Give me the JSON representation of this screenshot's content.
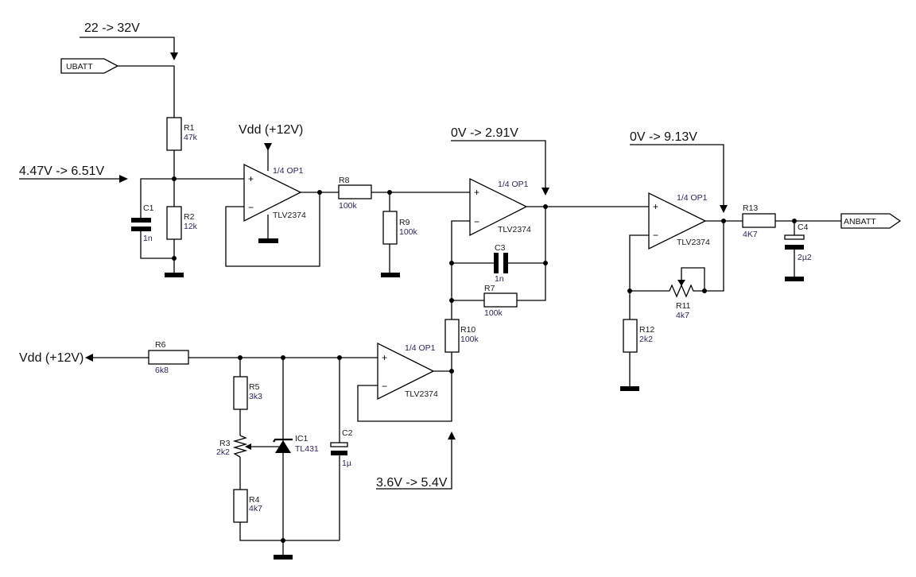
{
  "annotations": {
    "ubatt_range": "22 -> 32V",
    "divider_range": "4.47V -> 6.51V",
    "stage2_out": "0V -> 2.91V",
    "stage3_out": "0V -> 9.13V",
    "ref_range": "3.6V -> 5.4V",
    "vdd_top": "Vdd (+12V)",
    "vdd_left": "Vdd (+12V)"
  },
  "flags": {
    "input": "UBATT",
    "output": "ANBATT"
  },
  "opamps": [
    {
      "part": "1/4 OP1",
      "type": "TLV2374"
    },
    {
      "part": "1/4 OP1",
      "type": "TLV2374"
    },
    {
      "part": "1/4 OP1",
      "type": "TLV2374"
    },
    {
      "part": "1/4 OP1",
      "type": "TLV2374"
    }
  ],
  "pins": {
    "plus": "+",
    "minus": "−"
  },
  "components": {
    "R1": {
      "name": "R1",
      "value": "47k"
    },
    "R2": {
      "name": "R2",
      "value": "12k"
    },
    "C1": {
      "name": "C1",
      "value": "1n"
    },
    "R8": {
      "name": "R8",
      "value": "100k"
    },
    "R9": {
      "name": "R9",
      "value": "100k"
    },
    "C3": {
      "name": "C3",
      "value": "1n"
    },
    "R7": {
      "name": "R7",
      "value": "100k"
    },
    "R10": {
      "name": "R10",
      "value": "100k"
    },
    "R6": {
      "name": "R6",
      "value": "6k8"
    },
    "R5": {
      "name": "R5",
      "value": "3k3"
    },
    "R3": {
      "name": "R3",
      "value": "2k2"
    },
    "R4": {
      "name": "R4",
      "value": "4k7"
    },
    "IC1": {
      "name": "IC1",
      "value": "TL431"
    },
    "C2": {
      "name": "C2",
      "value": "1µ"
    },
    "R11": {
      "name": "R11",
      "value": "4k7"
    },
    "R12": {
      "name": "R12",
      "value": "2k2"
    },
    "R13": {
      "name": "R13",
      "value": "4K7"
    },
    "C4": {
      "name": "C4",
      "value": "2µ2"
    }
  }
}
